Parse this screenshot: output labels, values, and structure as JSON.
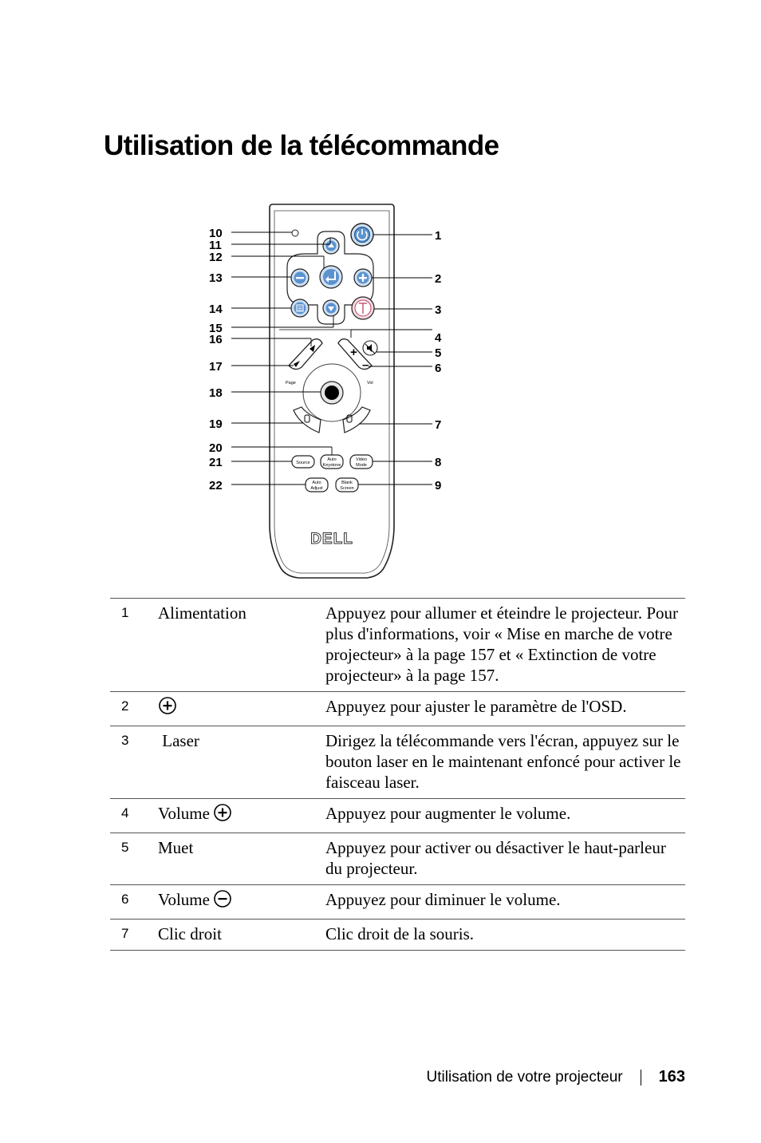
{
  "page_title": "Utilisation de la télécommande",
  "figure": {
    "callouts_left": [
      "10",
      "11",
      "12",
      "13",
      "14",
      "15",
      "16",
      "17",
      "18",
      "19",
      "20",
      "21",
      "22"
    ],
    "callouts_right": [
      "1",
      "2",
      "3",
      "4",
      "5",
      "6",
      "7",
      "8",
      "9"
    ],
    "button_labels": {
      "page": "Page",
      "vol": "Vol",
      "source": "Source",
      "auto_keystone": [
        "Auto",
        "Keystone"
      ],
      "video_mode": [
        "Video",
        "Mode"
      ],
      "auto_adjust": [
        "Auto",
        "Adjust"
      ],
      "blank_screen": [
        "Blank",
        "Screen"
      ]
    },
    "logo": "DELL"
  },
  "rows": [
    {
      "num": "1",
      "name": "Alimentation",
      "name_icon": null,
      "description": "Appuyez pour allumer et éteindre le projecteur. Pour plus d'informations,  voir « Mise en marche de votre projecteur»  à la page 157 et « Extinction de votre projecteur»  à la page 157."
    },
    {
      "num": "2",
      "name": "",
      "name_icon": "plus-circle-icon",
      "description": "Appuyez pour ajuster le paramètre de l'OSD."
    },
    {
      "num": "3",
      "name": " Laser",
      "name_icon": null,
      "description": "Dirigez la télécommande vers l'écran, appuyez sur le bouton laser en le maintenant enfoncé pour activer le faisceau laser."
    },
    {
      "num": "4",
      "name": "Volume",
      "name_icon": "plus-circle-icon",
      "description": "Appuyez pour augmenter le volume."
    },
    {
      "num": "5",
      "name": "Muet",
      "name_icon": null,
      "description": "Appuyez pour activer ou désactiver le haut-parleur du projecteur."
    },
    {
      "num": "6",
      "name": "Volume",
      "name_icon": "minus-circle-icon",
      "description": "Appuyez pour diminuer le volume."
    },
    {
      "num": "7",
      "name": "Clic droit",
      "name_icon": null,
      "description": "Clic droit de la souris."
    }
  ],
  "footer": {
    "section": "Utilisation de votre projecteur",
    "page_number": "163"
  }
}
